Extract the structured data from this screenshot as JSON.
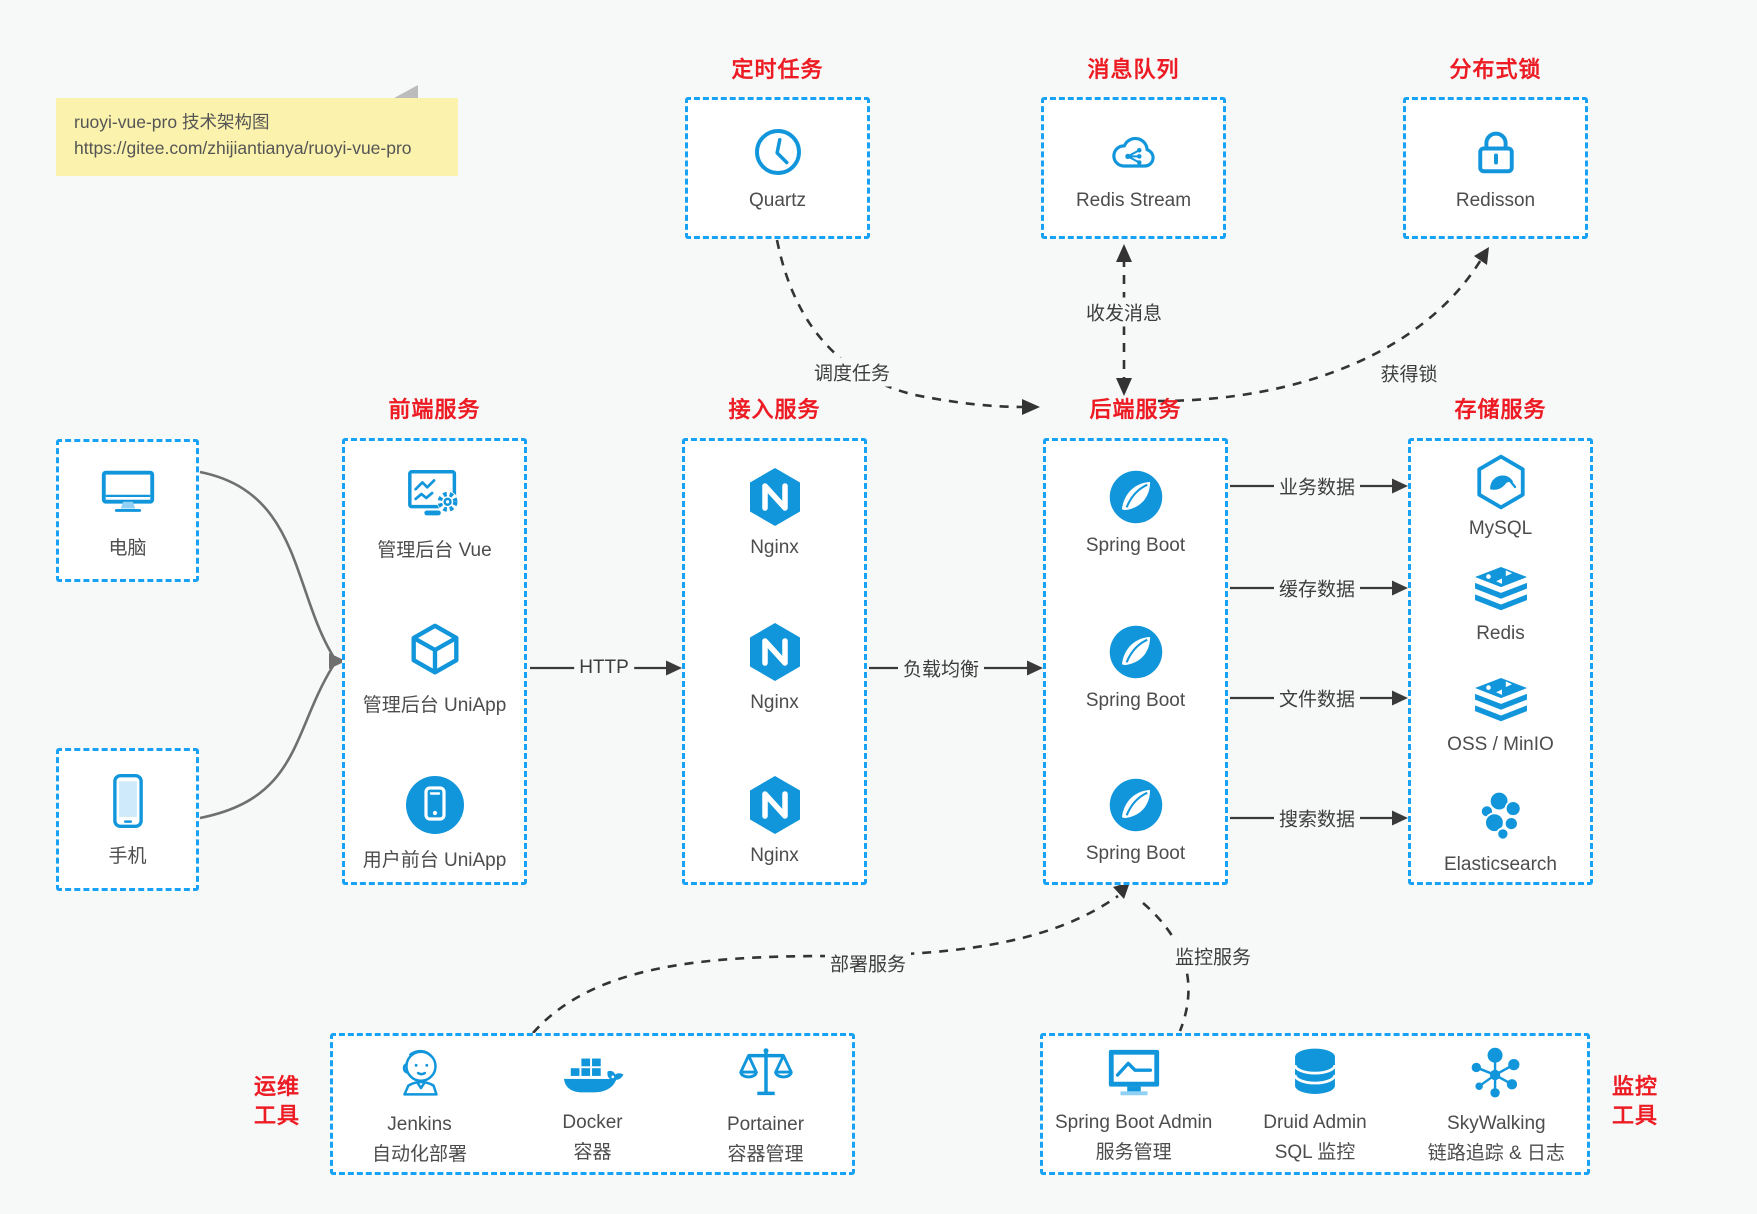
{
  "note": {
    "line1": "ruoyi-vue-pro 技术架构图",
    "line2": "https://gitee.com/zhijiantianya/ruoyi-vue-pro"
  },
  "top_services": [
    {
      "title": "定时任务",
      "label": "Quartz",
      "icon": "clock-icon"
    },
    {
      "title": "消息队列",
      "label": "Redis Stream",
      "icon": "cloud-stream-icon"
    },
    {
      "title": "分布式锁",
      "label": "Redisson",
      "icon": "lock-icon"
    }
  ],
  "clients": [
    {
      "label": "电脑",
      "icon": "desktop-icon"
    },
    {
      "label": "手机",
      "icon": "phone-icon"
    }
  ],
  "columns": {
    "frontend": {
      "title": "前端服务",
      "items": [
        {
          "label": "管理后台 Vue"
        },
        {
          "label": "管理后台 UniApp"
        },
        {
          "label": "用户前台 UniApp"
        }
      ]
    },
    "gateway": {
      "title": "接入服务",
      "items": [
        {
          "label": "Nginx"
        },
        {
          "label": "Nginx"
        },
        {
          "label": "Nginx"
        }
      ]
    },
    "backend": {
      "title": "后端服务",
      "items": [
        {
          "label": "Spring Boot"
        },
        {
          "label": "Spring Boot"
        },
        {
          "label": "Spring Boot"
        }
      ]
    },
    "storage": {
      "title": "存储服务",
      "items": [
        {
          "label": "MySQL"
        },
        {
          "label": "Redis"
        },
        {
          "label": "OSS / MinIO"
        },
        {
          "label": "Elasticsearch"
        }
      ]
    }
  },
  "ops": {
    "title_line1": "运维",
    "title_line2": "工具",
    "items": [
      {
        "name": "Jenkins",
        "desc": "自动化部署"
      },
      {
        "name": "Docker",
        "desc": "容器"
      },
      {
        "name": "Portainer",
        "desc": "容器管理"
      }
    ]
  },
  "monitoring": {
    "title_line1": "监控",
    "title_line2": "工具",
    "items": [
      {
        "name": "Spring Boot Admin",
        "desc": "服务管理"
      },
      {
        "name": "Druid Admin",
        "desc": "SQL 监控"
      },
      {
        "name": "SkyWalking",
        "desc": "链路追踪 & 日志"
      }
    ]
  },
  "edges": {
    "http": "HTTP",
    "load_balance": "负载均衡",
    "business_data": "业务数据",
    "cache_data": "缓存数据",
    "file_data": "文件数据",
    "search_data": "搜索数据",
    "schedule": "调度任务",
    "messaging": "收发消息",
    "lock": "获得锁",
    "deploy": "部署服务",
    "monitor": "监控服务"
  },
  "colors": {
    "icon_blue": "#1296db",
    "border_blue": "#18a2f6",
    "title_red": "#ed1c24",
    "note_bg": "#faf2ad",
    "line_dark": "#3a3a3a",
    "line_gray": "#6f6f6f",
    "page_bg": "#f7f8f8"
  }
}
